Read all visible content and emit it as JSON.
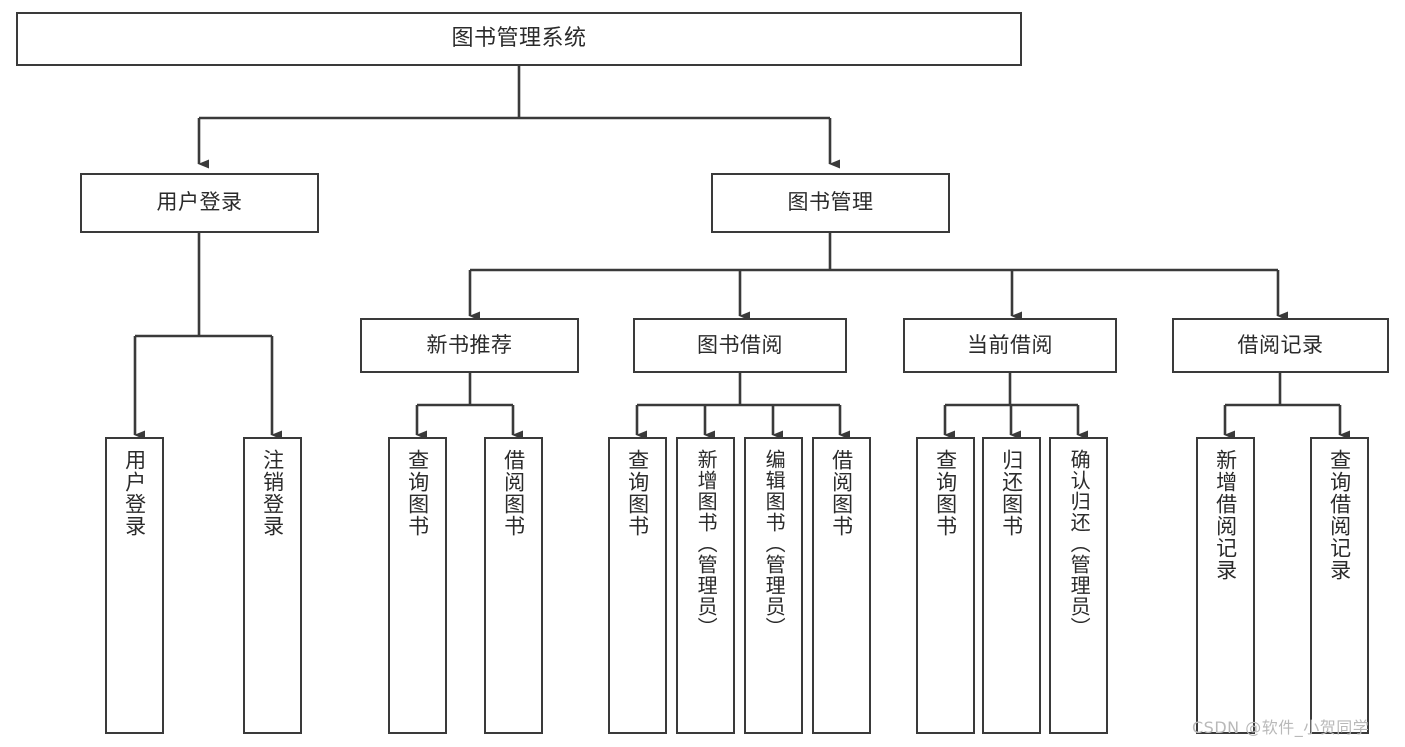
{
  "diagram": {
    "title": "图书管理系统",
    "type": "hierarchy-tree",
    "colors": {
      "stroke": "#3a3a3a",
      "fill": "#ffffff",
      "text": "#2b2b2b",
      "watermark": "#b9b9b9"
    },
    "root": {
      "label": "图书管理系统"
    },
    "level2": [
      {
        "label": "用户登录"
      },
      {
        "label": "图书管理"
      }
    ],
    "level3": [
      {
        "label": "新书推荐"
      },
      {
        "label": "图书借阅"
      },
      {
        "label": "当前借阅"
      },
      {
        "label": "借阅记录"
      }
    ],
    "leaves": {
      "user_login": [
        {
          "label": "用户登录"
        },
        {
          "label": "注销登录"
        }
      ],
      "new_book_recommend": [
        {
          "label": "查询图书"
        },
        {
          "label": "借阅图书"
        }
      ],
      "book_borrow": [
        {
          "label": "查询图书"
        },
        {
          "label": "新增图书（管理员）"
        },
        {
          "label": "编辑图书（管理员）"
        },
        {
          "label": "借阅图书"
        }
      ],
      "current_borrow": [
        {
          "label": "查询图书"
        },
        {
          "label": "归还图书"
        },
        {
          "label": "确认归还（管理员）"
        }
      ],
      "borrow_records": [
        {
          "label": "新增借阅记录"
        },
        {
          "label": "查询借阅记录"
        }
      ]
    }
  },
  "watermark": {
    "text": "CSDN @软件_小贺同学"
  }
}
